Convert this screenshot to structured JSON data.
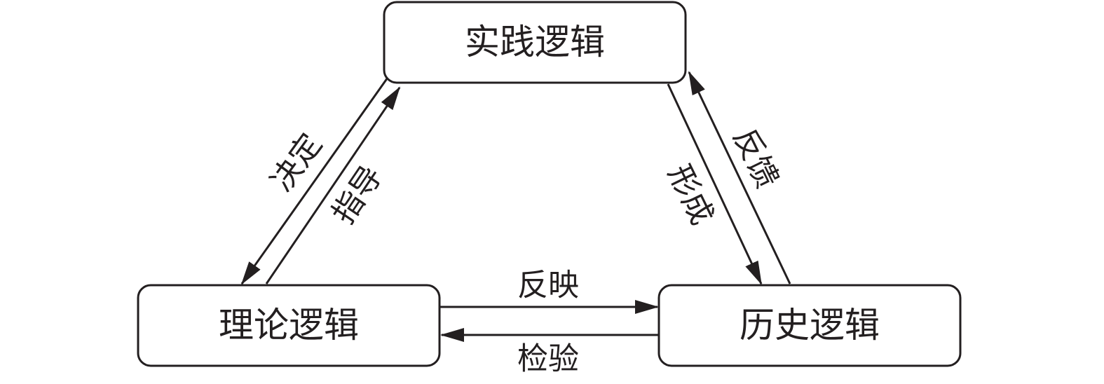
{
  "diagram": {
    "nodes": {
      "practice": {
        "label": "实践逻辑"
      },
      "theory": {
        "label": "理论逻辑"
      },
      "history": {
        "label": "历史逻辑"
      }
    },
    "edges": {
      "decide": {
        "label": "决定",
        "from": "practice",
        "to": "theory"
      },
      "guide": {
        "label": "指导",
        "from": "theory",
        "to": "practice"
      },
      "form": {
        "label": "形成",
        "from": "practice",
        "to": "history"
      },
      "feedback": {
        "label": "反馈",
        "from": "history",
        "to": "practice"
      },
      "reflect": {
        "label": "反映",
        "from": "theory",
        "to": "history"
      },
      "verify": {
        "label": "检验",
        "from": "history",
        "to": "theory"
      }
    },
    "colors": {
      "stroke": "#231f20",
      "background": "#ffffff"
    }
  }
}
